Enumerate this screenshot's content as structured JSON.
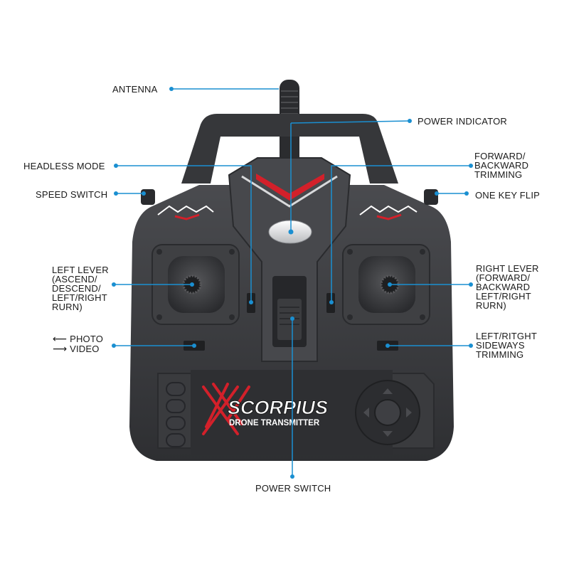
{
  "labels": {
    "antenna": "ANTENNA",
    "power_indicator": "POWER INDICATOR",
    "headless_mode": "HEADLESS MODE",
    "speed_switch": "SPEED SWITCH",
    "forward_backward_trimming": [
      "FORWARD/",
      "BACKWARD",
      "TRIMMING"
    ],
    "one_key_flip": "ONE KEY FLIP",
    "left_lever": [
      "LEFT LEVER",
      "(ASCEND/",
      "DESCEND/",
      "LEFT/RIGHT",
      "RURN)"
    ],
    "right_lever": [
      "RIGHT LEVER",
      "(FORWARD/",
      "BACKWARD",
      "LEFT/RIGHT",
      "RURN)"
    ],
    "photo": "PHOTO",
    "video": "VIDEO",
    "sideways_trimming": [
      "LEFT/RITGHT",
      "SIDEWAYS",
      "TRIMMING"
    ],
    "power_switch": "POWER SWITCH"
  },
  "brand": {
    "name": "SCORPIUS",
    "subtitle": "DRONE TRANSMITTER"
  },
  "colors": {
    "leader_line": "#1a8fd1",
    "body": "#3a3b3e",
    "accent": "#d3202a"
  }
}
